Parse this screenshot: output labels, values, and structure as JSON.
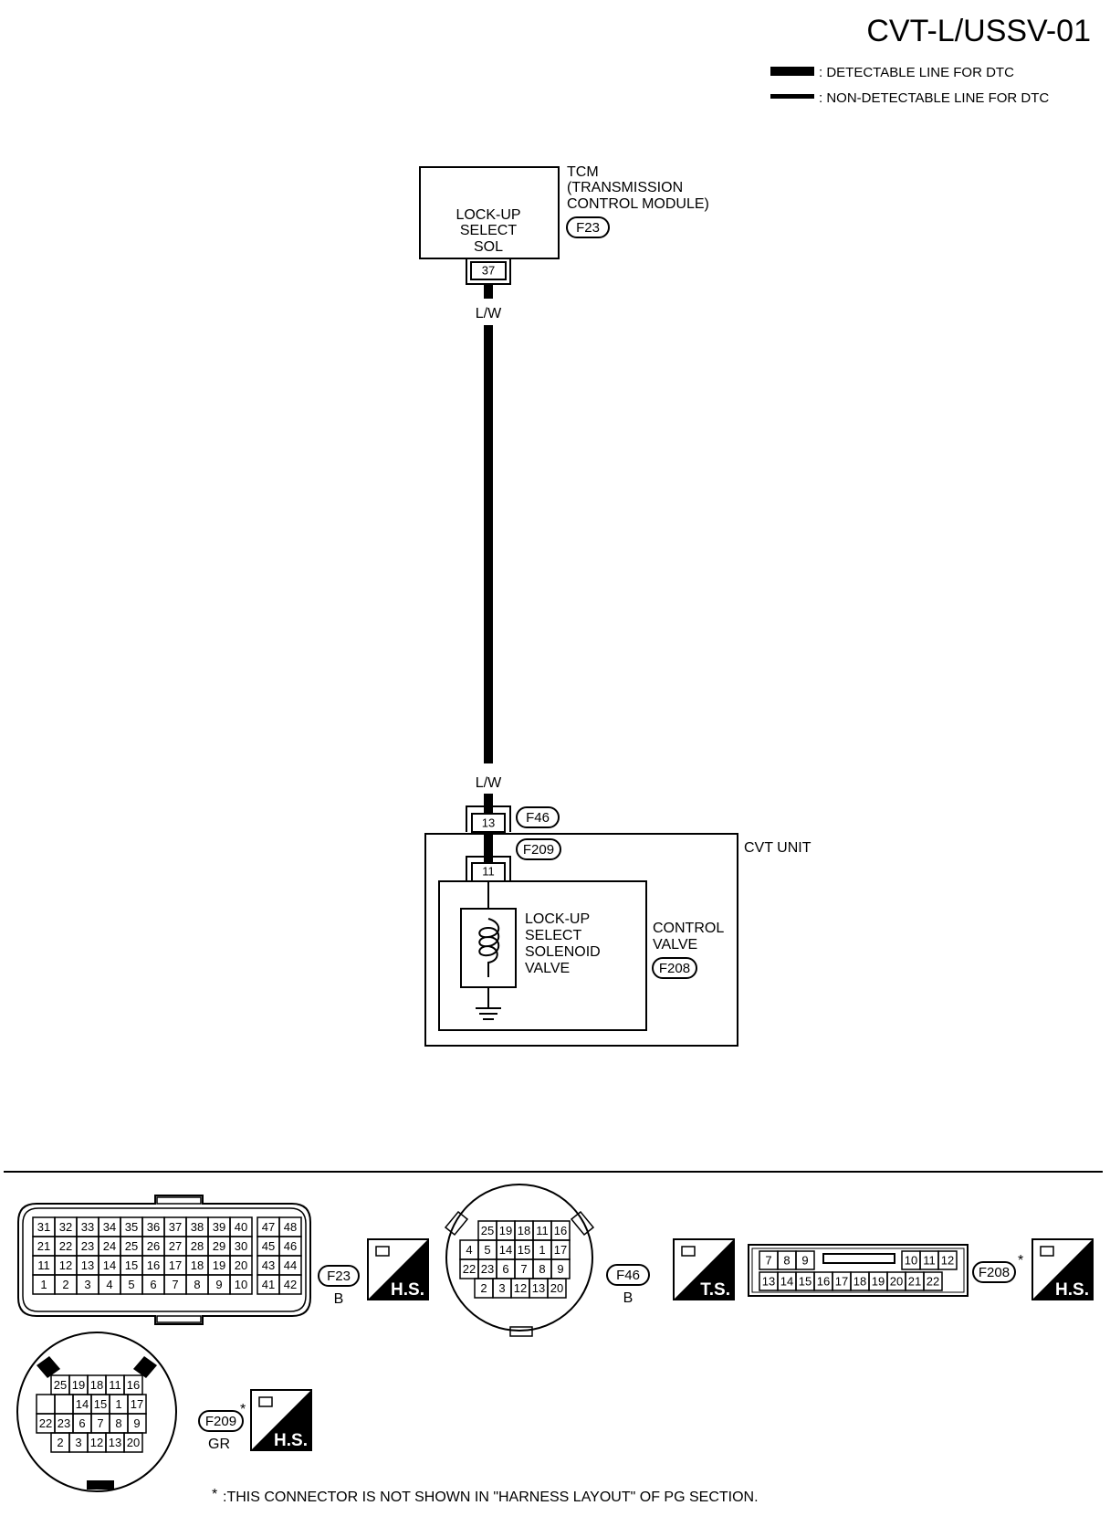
{
  "title": "CVT-L/USSV-01",
  "legend": [
    {
      "label": ": DETECTABLE LINE FOR DTC"
    },
    {
      "label": ": NON-DETECTABLE LINE FOR DTC"
    }
  ],
  "tcm": {
    "box_lines": [
      "LOCK-UP",
      "SELECT",
      "SOL"
    ],
    "name_lines": [
      "TCM",
      "(TRANSMISSION",
      "CONTROL MODULE)"
    ],
    "connector": "F23",
    "terminal": "37"
  },
  "wire": {
    "color_top": "L/W",
    "color_bottom": "L/W"
  },
  "cvt": {
    "harness_connector": "F46",
    "harness_terminal": "13",
    "unit_connector": "F209",
    "unit_terminal": "11",
    "unit_label": "CVT UNIT",
    "valve_label": [
      "CONTROL",
      "VALVE"
    ],
    "valve_connector": "F208",
    "solenoid_lines": [
      "LOCK-UP",
      "SELECT",
      "SOLENOID",
      "VALVE"
    ]
  },
  "connectors": {
    "f23": {
      "id": "F23",
      "color": "B",
      "badge": "H.S.",
      "rows": [
        [
          "31",
          "32",
          "33",
          "34",
          "35",
          "36",
          "37",
          "38",
          "39",
          "40",
          "47",
          "48"
        ],
        [
          "21",
          "22",
          "23",
          "24",
          "25",
          "26",
          "27",
          "28",
          "29",
          "30",
          "45",
          "46"
        ],
        [
          "11",
          "12",
          "13",
          "14",
          "15",
          "16",
          "17",
          "18",
          "19",
          "20",
          "43",
          "44"
        ],
        [
          "1",
          "2",
          "3",
          "4",
          "5",
          "6",
          "7",
          "8",
          "9",
          "10",
          "41",
          "42"
        ]
      ]
    },
    "f46": {
      "id": "F46",
      "color": "B",
      "badge": "T.S.",
      "rows": [
        [
          "25",
          "19",
          "18",
          "11",
          "16"
        ],
        [
          "4",
          "5",
          "14",
          "15",
          "1",
          "17"
        ],
        [
          "22",
          "23",
          "6",
          "7",
          "8",
          "9"
        ],
        [
          "2",
          "3",
          "12",
          "13",
          "20"
        ]
      ]
    },
    "f208": {
      "id": "F208",
      "star": "*",
      "badge": "H.S.",
      "row_top_left": [
        "7",
        "8",
        "9"
      ],
      "row_top_right": [
        "10",
        "11",
        "12"
      ],
      "row_bottom": [
        "13",
        "14",
        "15",
        "16",
        "17",
        "18",
        "19",
        "20",
        "21",
        "22"
      ]
    },
    "f209": {
      "id": "F209",
      "star": "*",
      "color": "GR",
      "badge": "H.S.",
      "rows": [
        [
          "25",
          "19",
          "18",
          "11",
          "16"
        ],
        [
          "",
          "",
          "14",
          "15",
          "1",
          "17"
        ],
        [
          "22",
          "23",
          "6",
          "7",
          "8",
          "9"
        ],
        [
          "2",
          "3",
          "12",
          "13",
          "20"
        ]
      ]
    }
  },
  "footnote": {
    "star": "*",
    "text": ":THIS CONNECTOR IS NOT SHOWN IN \"HARNESS LAYOUT\" OF PG SECTION."
  }
}
